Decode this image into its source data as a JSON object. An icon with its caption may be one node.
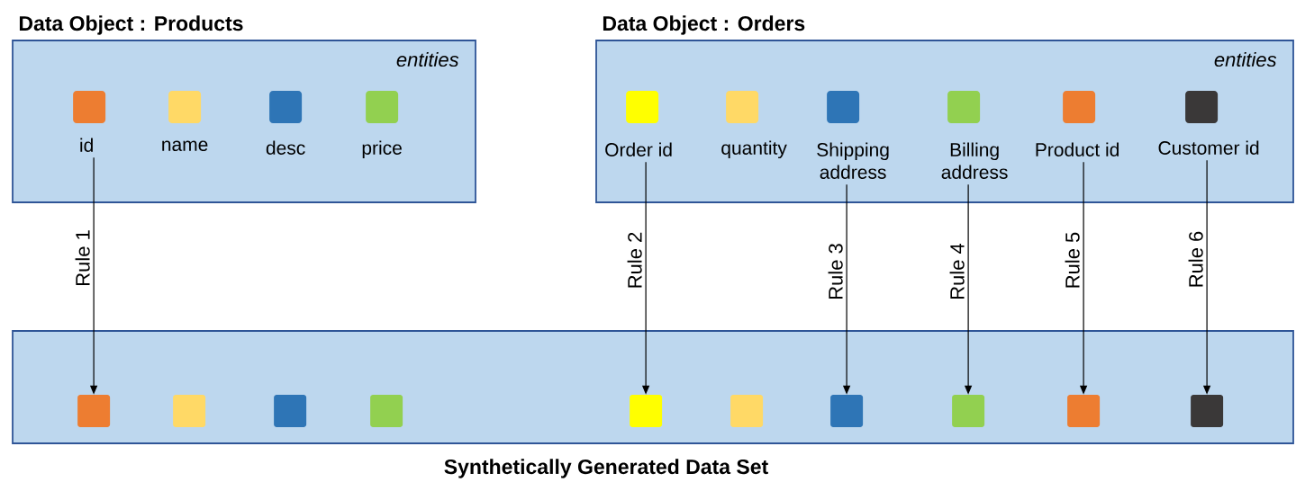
{
  "diagram": {
    "nodes": [
      {
        "text": [
          "Data Object : Products",
          "entities"
        ]
      },
      {
        "text": [
          "id"
        ],
        "in": 0
      },
      {
        "text": [
          "name"
        ],
        "in": 0
      },
      {
        "text": [
          "desc"
        ],
        "in": 0
      },
      {
        "text": [
          "price"
        ],
        "in": 0
      },
      {
        "text": [
          "Data Object : Orders",
          "entities"
        ]
      },
      {
        "text": [
          "Order id"
        ],
        "in": 5
      },
      {
        "text": [
          "quantity"
        ],
        "in": 5
      },
      {
        "text": [
          "Shipping address"
        ],
        "in": 5
      },
      {
        "text": [
          "Billing address"
        ],
        "in": 5
      },
      {
        "text": [
          "Product id"
        ],
        "in": 5
      },
      {
        "text": [
          "Customer id"
        ],
        "in": 5
      },
      {
        "text": [
          "Synthetically Generated Data Set"
        ]
      },
      {
        "text": [],
        "shape": "box",
        "in": 12
      },
      {
        "text": [],
        "shape": "box",
        "in": 12
      },
      {
        "text": [],
        "shape": "box",
        "in": 12
      },
      {
        "text": [],
        "shape": "box",
        "in": 12
      },
      {
        "text": [],
        "shape": "box",
        "in": 12
      },
      {
        "text": [],
        "shape": "box",
        "in": 12
      },
      {
        "text": [],
        "shape": "box",
        "in": 12
      },
      {
        "text": [],
        "shape": "box",
        "in": 12
      },
      {
        "text": [],
        "shape": "box",
        "in": 12
      },
      {
        "text": [],
        "shape": "box",
        "in": 12
      }
    ],
    "edges": [
      {
        "from": 1,
        "to": 13,
        "arrow": "to",
        "label": "Rule 1"
      },
      {
        "from": 6,
        "to": 17,
        "arrow": "to",
        "label": "Rule 2"
      },
      {
        "from": 8,
        "to": 19,
        "arrow": "to",
        "label": "Rule 3"
      },
      {
        "from": 9,
        "to": 20,
        "arrow": "to",
        "label": "Rule 4"
      },
      {
        "from": 10,
        "to": 21,
        "arrow": "to",
        "label": "Rule 5"
      },
      {
        "from": 11,
        "to": 22,
        "arrow": "to",
        "label": "Rule 6"
      }
    ]
  }
}
